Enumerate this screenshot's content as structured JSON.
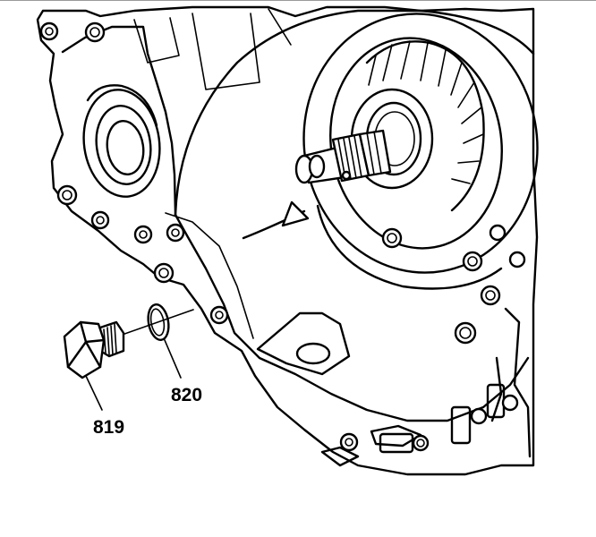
{
  "diagram": {
    "callouts": [
      {
        "id": "819",
        "label": "819",
        "part": "bolt"
      },
      {
        "id": "820",
        "label": "820",
        "part": "seal"
      }
    ],
    "colors": {
      "line": "#000000",
      "background": "#ffffff"
    }
  }
}
